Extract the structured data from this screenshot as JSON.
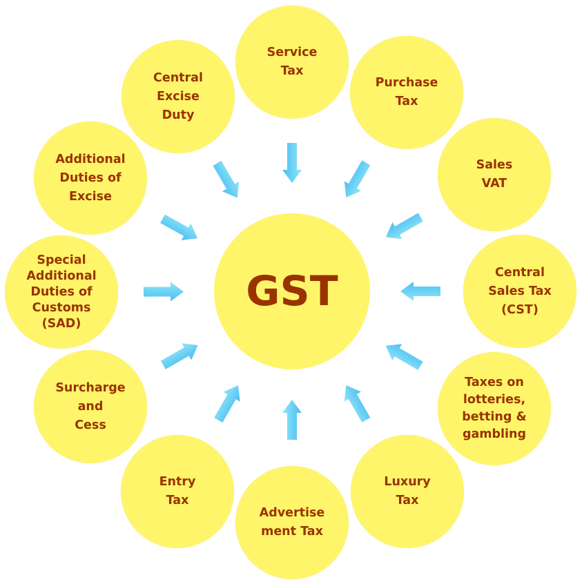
{
  "center": {
    "label": "GST"
  },
  "taxes": [
    {
      "label": "Service\nTax"
    },
    {
      "label": "Purchase\nTax"
    },
    {
      "label": "Sales\nVAT"
    },
    {
      "label": "Central\nSales Tax\n(CST)"
    },
    {
      "label": "Taxes on\nlotteries,\nbetting &\ngambling"
    },
    {
      "label": "Luxury\nTax"
    },
    {
      "label": "Advertise\nment Tax"
    },
    {
      "label": "Entry\nTax"
    },
    {
      "label": "Surcharge\nand\nCess"
    },
    {
      "label": "Special\nAdditional\nDuties of\nCustoms\n(SAD)"
    },
    {
      "label": "Additional\nDuties of\nExcise"
    },
    {
      "label": "Central\nExcise\nDuty"
    }
  ],
  "colors": {
    "circle": "#FFF56A",
    "text": "#993300",
    "arrow_light": "#8FE6F8",
    "arrow_dark": "#4DBDF2"
  }
}
